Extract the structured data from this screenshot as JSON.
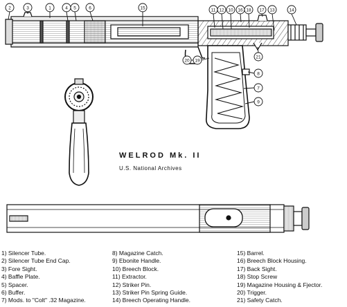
{
  "title": {
    "main": "WELROD  Mk. II",
    "source": "U.S. National Archives"
  },
  "callouts": {
    "top": [
      "2",
      "3",
      "1",
      "4",
      "5",
      "6",
      "15",
      "11",
      "12",
      "10",
      "16",
      "18",
      "17",
      "13",
      "14"
    ],
    "side": [
      "8",
      "7",
      "9",
      "21",
      "20",
      "19"
    ]
  },
  "legend": {
    "col1": [
      "1)  Silencer Tube.",
      "2)  Silencer Tube End Cap.",
      "3)  Fore Sight.",
      "4)  Baffle Plate.",
      "5)  Spacer.",
      "6)  Buffer.",
      "7)  Mods. to \"Colt\" .32 Magazine."
    ],
    "col2": [
      "8)  Magazine Catch.",
      "9)  Ebonite Handle.",
      "10) Breech Block.",
      "11) Extractor.",
      "12) Striker Pin.",
      "13) Striker Pin Spring Guide.",
      "14) Breech Operating Handle."
    ],
    "col3": [
      "15)  Barrel.",
      "16)  Breech Block Housing.",
      "17)  Back Sight.",
      "18)  Stop Screw",
      "19)  Magazine Housing & Fjector.",
      "20)  Trigger.",
      "21)  Safety Catch."
    ]
  }
}
